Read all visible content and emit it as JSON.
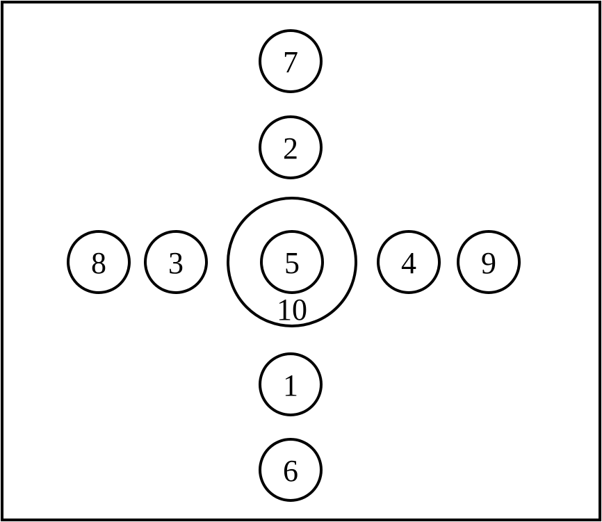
{
  "diagram": {
    "circles": [
      {
        "id": "7",
        "label": "7"
      },
      {
        "id": "2",
        "label": "2"
      },
      {
        "id": "8",
        "label": "8"
      },
      {
        "id": "3",
        "label": "3"
      },
      {
        "id": "5",
        "label": "5"
      },
      {
        "id": "4",
        "label": "4"
      },
      {
        "id": "9",
        "label": "9"
      },
      {
        "id": "1",
        "label": "1"
      },
      {
        "id": "6",
        "label": "6"
      }
    ],
    "outer_ring": {
      "label": "10"
    }
  }
}
